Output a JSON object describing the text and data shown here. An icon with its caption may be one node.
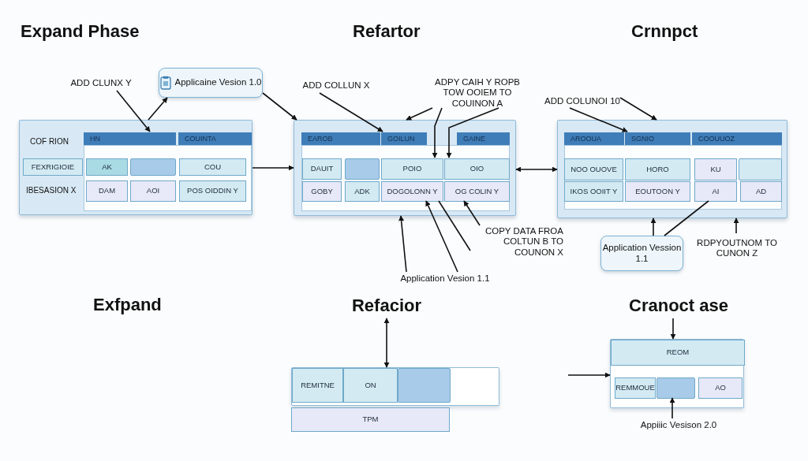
{
  "diagram": {
    "nodes": [
      {
        "text": [
          "ADD CLUNX Y"
        ]
      },
      {
        "text": [
          "Applicaine Vesion 1.0"
        ]
      },
      {
        "text": [],
        "shape": "box"
      },
      {
        "text": [
          "HN"
        ],
        "in": 2
      },
      {
        "text": [
          "COUINTA"
        ],
        "in": 2
      },
      {
        "text": [
          "FEXRIGIOIE"
        ],
        "in": 2
      },
      {
        "text": [
          "AK"
        ],
        "in": 2
      },
      {
        "text": [],
        "shape": "box",
        "in": 2
      },
      {
        "text": [
          "COU"
        ],
        "in": 2
      },
      {
        "text": [
          "DAM"
        ],
        "in": 2
      },
      {
        "text": [
          "AOI"
        ],
        "in": 2
      },
      {
        "text": [
          "POS OIDDIN Y"
        ],
        "in": 2
      },
      {
        "text": [
          "ADD COLLUN X"
        ]
      },
      {
        "text": [
          "ADPY CAIH Y ROPB TOW OOIEM TO COUINON A"
        ]
      },
      {
        "text": [],
        "shape": "box"
      },
      {
        "text": [
          "EAROB"
        ],
        "in": 14
      },
      {
        "text": [
          "GOILUN"
        ],
        "in": 14
      },
      {
        "text": [
          "GAINE"
        ],
        "in": 14
      },
      {
        "text": [
          "DAUIT"
        ],
        "in": 14
      },
      {
        "text": [],
        "shape": "box",
        "in": 14
      },
      {
        "text": [
          "POIO"
        ],
        "in": 14
      },
      {
        "text": [
          "OIO"
        ],
        "in": 14
      },
      {
        "text": [
          "GOBY"
        ],
        "in": 14
      },
      {
        "text": [
          "ADK"
        ],
        "in": 14
      },
      {
        "text": [
          "DOGOLONN Y"
        ],
        "in": 14
      },
      {
        "text": [
          "OG COLIN Y"
        ],
        "in": 14
      },
      {
        "text": [
          "ADD COLUNOI 10"
        ]
      },
      {
        "text": [],
        "shape": "box"
      },
      {
        "text": [
          "AROOUA"
        ],
        "in": 27
      },
      {
        "text": [
          "SGNIO"
        ],
        "in": 27
      },
      {
        "text": [
          "COOUUOZ"
        ],
        "in": 27
      },
      {
        "text": [
          "NOO OUOVE"
        ],
        "in": 27
      },
      {
        "text": [
          "HORO"
        ],
        "in": 27
      },
      {
        "text": [
          "KU"
        ],
        "in": 27
      },
      {
        "text": [],
        "shape": "box",
        "in": 27
      },
      {
        "text": [
          "IKOS OOIIT Y"
        ],
        "in": 27
      },
      {
        "text": [
          "EOUTOON Y"
        ],
        "in": 27
      },
      {
        "text": [
          "AI"
        ],
        "in": 27
      },
      {
        "text": [
          "AD"
        ],
        "in": 27
      },
      {
        "text": [
          "COPY DATA FROA COLTUN B TO COUNON X"
        ]
      },
      {
        "text": [
          "Application Vession 1.1"
        ]
      },
      {
        "text": [
          "RDPYOUTNOM TO CUNON Z"
        ]
      },
      {
        "text": [
          "Application Vesion 1.1"
        ]
      },
      {
        "text": [
          "Refacior"
        ]
      },
      {
        "text": [],
        "shape": "box"
      },
      {
        "text": [
          "REMITNE"
        ],
        "in": 44
      },
      {
        "text": [
          "ON"
        ],
        "in": 44
      },
      {
        "text": [],
        "shape": "box",
        "in": 44
      },
      {
        "text": [
          "TPM"
        ]
      },
      {
        "text": [
          "Cranoct ase"
        ]
      },
      {
        "text": [],
        "shape": "box"
      },
      {
        "text": [
          "REOM"
        ],
        "in": 50
      },
      {
        "text": [
          "REMMOUE"
        ],
        "in": 50
      },
      {
        "text": [],
        "shape": "box",
        "in": 50
      },
      {
        "text": [
          "AO"
        ],
        "in": 50
      },
      {
        "text": [
          "Appiiic Vesison 2.0"
        ]
      }
    ],
    "edges": [
      {
        "from": 0,
        "to": 3,
        "arrow": "to"
      },
      {
        "from": 2,
        "to": 1,
        "arrow": "to"
      },
      {
        "from": 1,
        "to": 14,
        "arrow": "to"
      },
      {
        "from": 2,
        "to": 14,
        "arrow": "to"
      },
      {
        "from": 12,
        "to": 16,
        "arrow": "to"
      },
      {
        "from": 13,
        "to": 14,
        "arrow": "to"
      },
      {
        "from": 13,
        "to": 20,
        "arrow": "to"
      },
      {
        "from": 13,
        "to": 21,
        "arrow": "to"
      },
      {
        "from": 14,
        "to": 27,
        "arrow": "both"
      },
      {
        "from": 26,
        "to": 29,
        "arrow": "to"
      },
      {
        "from": 26,
        "to": 27,
        "arrow": "to"
      },
      {
        "from": 42,
        "to": 14,
        "arrow": "to"
      },
      {
        "from": 42,
        "to": 24,
        "arrow": "to"
      },
      {
        "from": 39,
        "to": 24,
        "arrow": "none"
      },
      {
        "from": 39,
        "to": 25,
        "arrow": "to"
      },
      {
        "from": 40,
        "to": 27,
        "arrow": "to"
      },
      {
        "from": 40,
        "to": 37,
        "arrow": "none"
      },
      {
        "from": 41,
        "to": 27,
        "arrow": "to"
      },
      {
        "from": 43,
        "to": 44,
        "arrow": "both"
      },
      {
        "from": 49,
        "to": 50,
        "arrow": "to"
      },
      {
        "from": null,
        "to": 50,
        "arrow": "to"
      },
      {
        "from": 55,
        "to": 53,
        "arrow": "to"
      }
    ],
    "labels": [
      "Expand Phase",
      "Refartor",
      "Crnnpct",
      "COF RION",
      "IBESASION X",
      "Exfpand"
    ]
  }
}
